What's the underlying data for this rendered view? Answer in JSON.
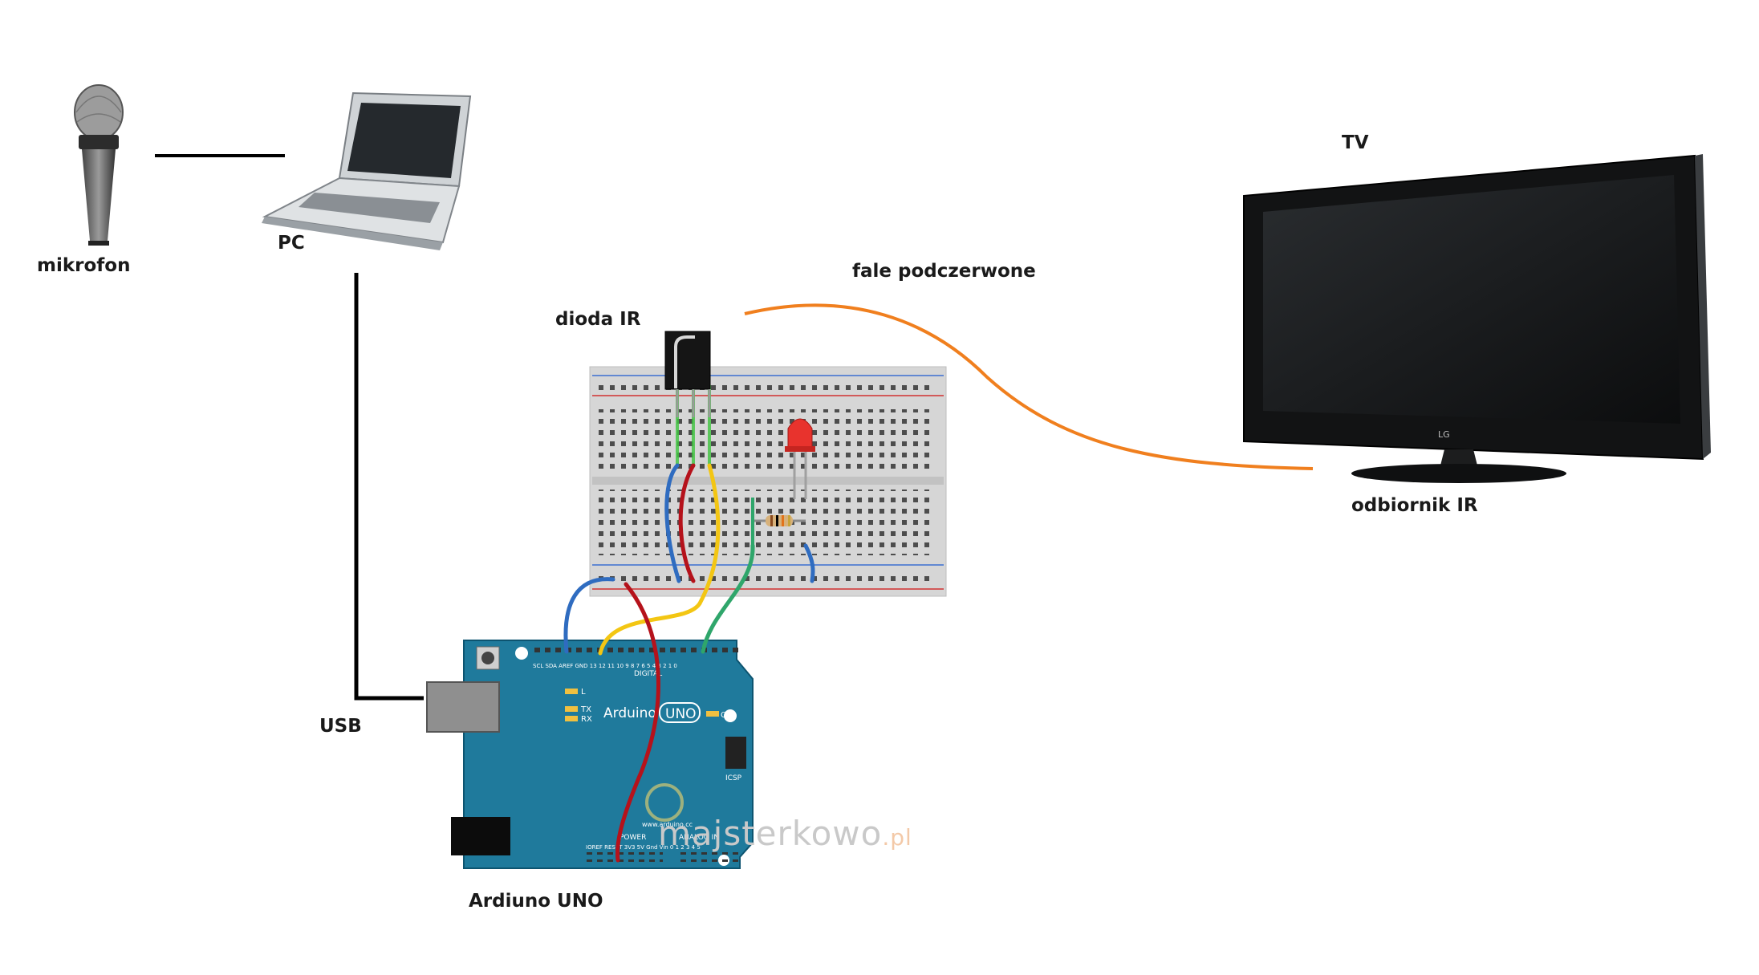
{
  "labels": {
    "microphone": "mikrofon",
    "pc": "PC",
    "usb": "USB",
    "arduino": "Ardiuno UNO",
    "ir_diode": "dioda IR",
    "ir_waves": "fale podczerwone",
    "tv": "TV",
    "ir_receiver": "odbiornik IR"
  },
  "board": {
    "brand": "Arduino",
    "model": "UNO",
    "on_label": "ON",
    "l_label": "L",
    "tx_label": "TX",
    "rx_label": "RX",
    "icsp_label": "ICSP",
    "digital_label": "DIGITAL",
    "power_label": "POWER",
    "analog_label": "ANALOG IN",
    "url": "www.arduino.cc",
    "top_pins": "SCL SDA AREF GND 13 12 11 10 9 8   7 6 5 4 3 2 1 0",
    "bottom_pins": "IOREF RESET 3V3 5V Gnd Vin   0 1 2 3 4 5"
  },
  "tv_brand": "LG",
  "watermark": {
    "main": "majsterkowo",
    "suffix": ".pl"
  },
  "colors": {
    "ir_wave": "#f07f1e",
    "wire_blue": "#2f6cc0",
    "wire_red": "#b5121b",
    "wire_yellow": "#f3c613",
    "wire_green": "#2fa66b",
    "arduino_board": "#1f7a9c",
    "connection_line": "#000000"
  }
}
